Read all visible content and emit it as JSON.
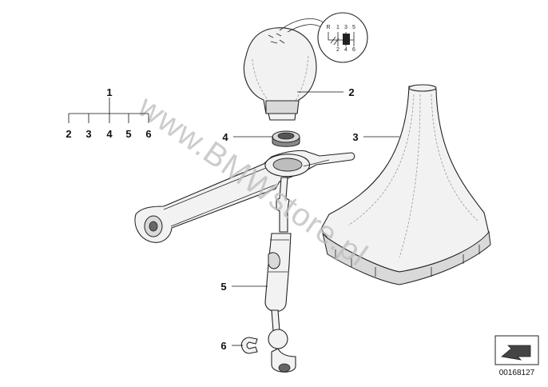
{
  "diagram": {
    "callouts": [
      {
        "id": "1",
        "label": "1"
      },
      {
        "id": "2",
        "label": "2"
      },
      {
        "id": "3",
        "label": "3"
      },
      {
        "id": "4",
        "label": "4"
      },
      {
        "id": "5",
        "label": "5"
      },
      {
        "id": "6",
        "label": "6"
      }
    ],
    "group": {
      "parent": "1",
      "children": [
        "2",
        "3",
        "4",
        "5",
        "6"
      ]
    },
    "shift_pattern": {
      "top": [
        "R",
        "1",
        "3",
        "5"
      ],
      "bottom": [
        "2",
        "4",
        "6"
      ]
    },
    "watermark": "www.BMWstore.pl",
    "reference_number": "00168127"
  }
}
